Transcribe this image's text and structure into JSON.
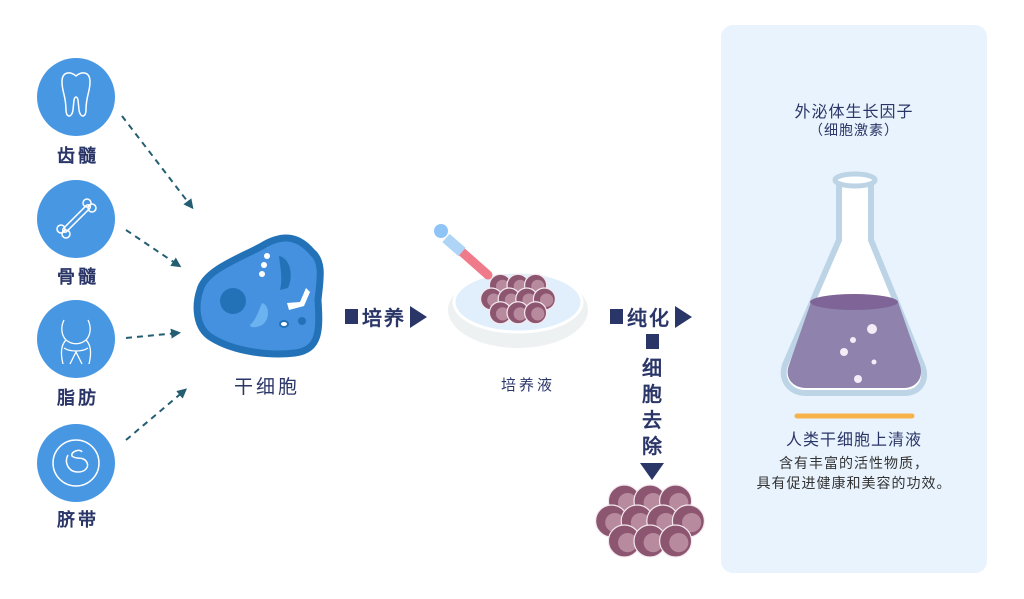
{
  "sources": [
    {
      "label": "齿髓",
      "icon": "tooth-icon"
    },
    {
      "label": "骨髓",
      "icon": "bone-icon"
    },
    {
      "label": "脂肪",
      "icon": "abdomen-icon"
    },
    {
      "label": "脐带",
      "icon": "fetus-icon"
    }
  ],
  "stem_cell": {
    "label": "干细胞"
  },
  "step_culture": {
    "label": "培养"
  },
  "culture_medium": {
    "label": "培养液"
  },
  "step_purify": {
    "label": "纯化"
  },
  "cell_removal": {
    "chars": [
      "细",
      "胞",
      "去",
      "除"
    ]
  },
  "result_panel": {
    "title": "外泌体生长因子",
    "subtitle": "（细胞激素）",
    "product": "人类干细胞上清液",
    "desc_line1": "含有丰富的活性物质，",
    "desc_line2": "具有促进健康和美容的功效。"
  },
  "colors": {
    "accent": "#4897e3",
    "navy": "#2b3668",
    "liquid": "#8f83ae",
    "orange": "#f8b24a",
    "cell": "#8c5570"
  }
}
